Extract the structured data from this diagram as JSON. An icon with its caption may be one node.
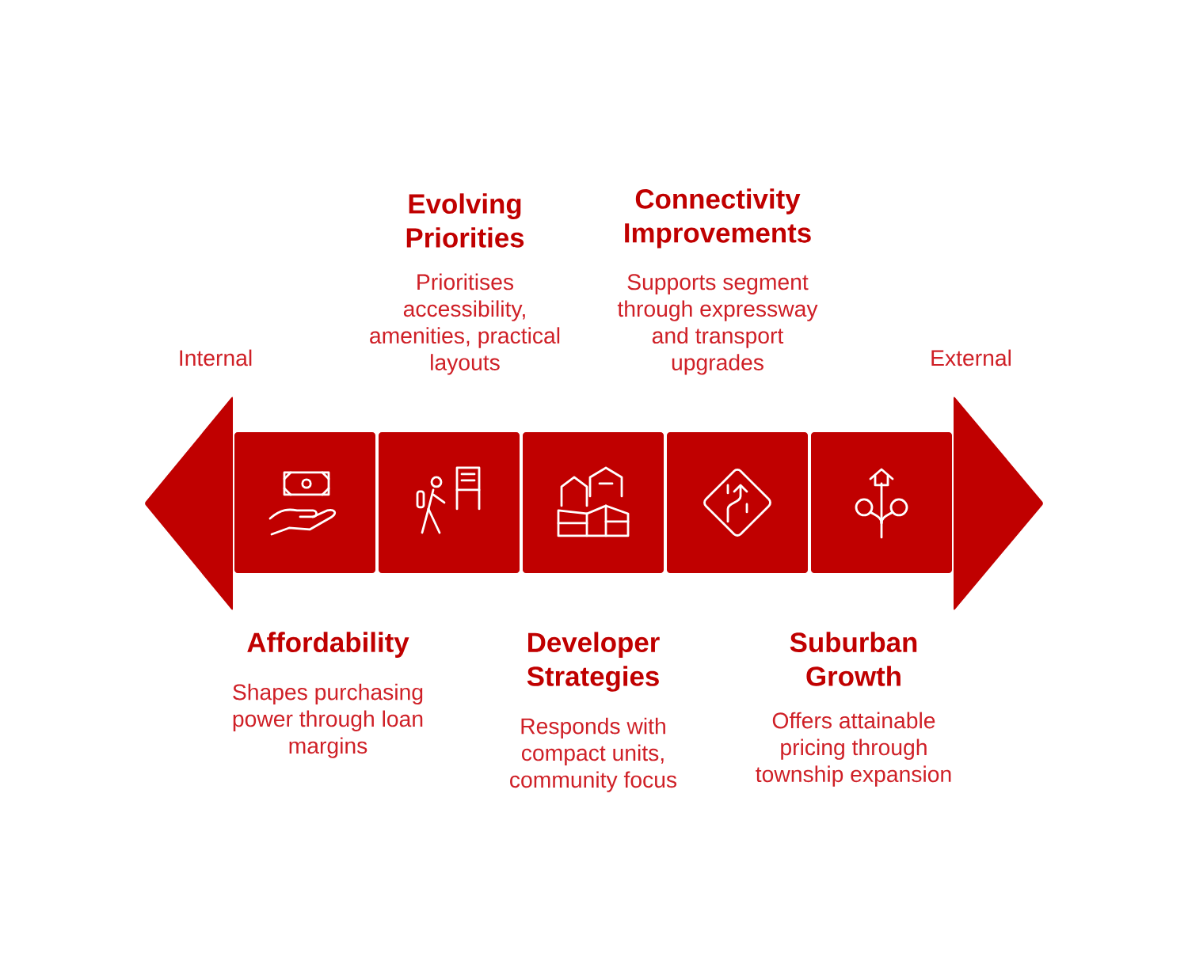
{
  "diagram": {
    "nodes": [
      {
        "text": [
          "Affordability",
          "Shapes purchasing power through loan margins"
        ]
      },
      {
        "text": [
          "Evolving Priorities",
          "Prioritises accessibility, amenities, practical layouts"
        ]
      },
      {
        "text": [
          "Developer Strategies",
          "Responds with compact units, community focus"
        ]
      },
      {
        "text": [
          "Connectivity Improvements",
          "Supports segment through expressway and transport upgrades"
        ]
      },
      {
        "text": [
          "Suburban Growth",
          "Offers attainable pricing through township expansion"
        ]
      }
    ],
    "labels": [
      "Internal",
      "External"
    ]
  }
}
